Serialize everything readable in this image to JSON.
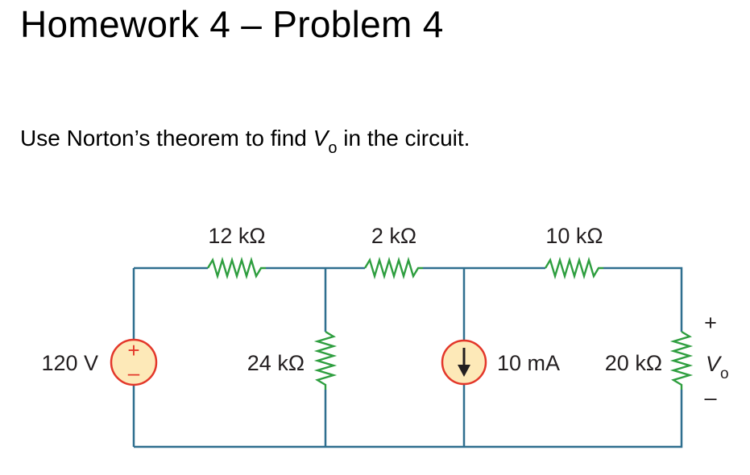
{
  "title": "Homework 4 – Problem 4",
  "prompt": {
    "before": "Use Norton’s theorem to find ",
    "var": "V",
    "sub": "o",
    "after": " in the circuit."
  },
  "circuit": {
    "voltage_source": {
      "value": "120 V",
      "plus": "+",
      "minus": "–"
    },
    "r_series_1": "12 kΩ",
    "r_series_2": "2 kΩ",
    "r_series_3": "10 kΩ",
    "r_shunt_1": "24 kΩ",
    "current_source": "10 mA",
    "r_load": "20 kΩ",
    "output": {
      "plus": "+",
      "var": "V",
      "sub": "o",
      "minus": "–"
    }
  },
  "colors": {
    "wire": "#2f6f8f",
    "resistor": "#2e9e3f",
    "source_fill": "#fde9b8",
    "source_stroke": "#e3372a"
  }
}
